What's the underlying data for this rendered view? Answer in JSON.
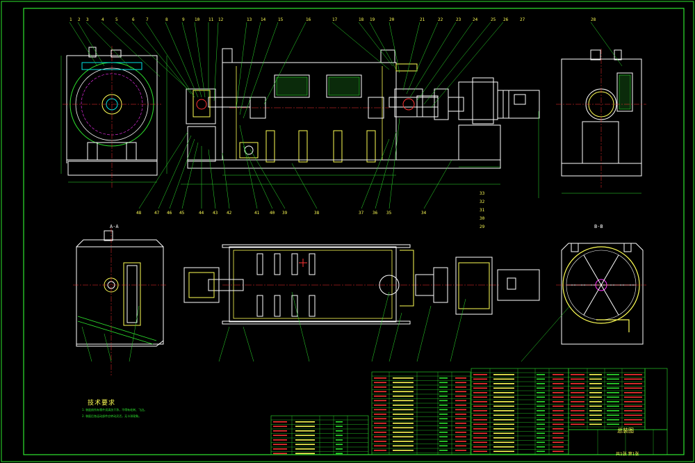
{
  "drawing": {
    "tech_requirements_title": "技术要求",
    "tech_requirements": [
      "1. 装配前所有零件须清洗干净，不得有毛刺、飞边。",
      "2. 装配后各运动部件应转动灵活，无卡滞现象。"
    ],
    "view_labels": [
      "A-A",
      "B-B"
    ],
    "title": "总装图",
    "drawing_number": "",
    "sheet_info": "共1张 第1张",
    "colors": {
      "frame": "#2ee62e",
      "outline": "#ffffff",
      "center": "#ff33ff",
      "yellow": "#ffff55",
      "red": "#ff3333",
      "cyan": "#00e5e5",
      "background": "#000000"
    },
    "part_numbers_top": [
      "1",
      "2",
      "3",
      "4",
      "5",
      "6",
      "7",
      "8",
      "9",
      "10",
      "11",
      "12",
      "13",
      "14",
      "15",
      "16",
      "17",
      "18",
      "19",
      "20",
      "21",
      "22",
      "23",
      "24",
      "25",
      "26",
      "27",
      "28"
    ],
    "part_numbers_bottom": [
      "48",
      "47",
      "46",
      "45",
      "44",
      "43",
      "42",
      "41",
      "40",
      "39",
      "38",
      "37",
      "36",
      "35",
      "34",
      "33",
      "32",
      "31",
      "30",
      "29"
    ]
  }
}
